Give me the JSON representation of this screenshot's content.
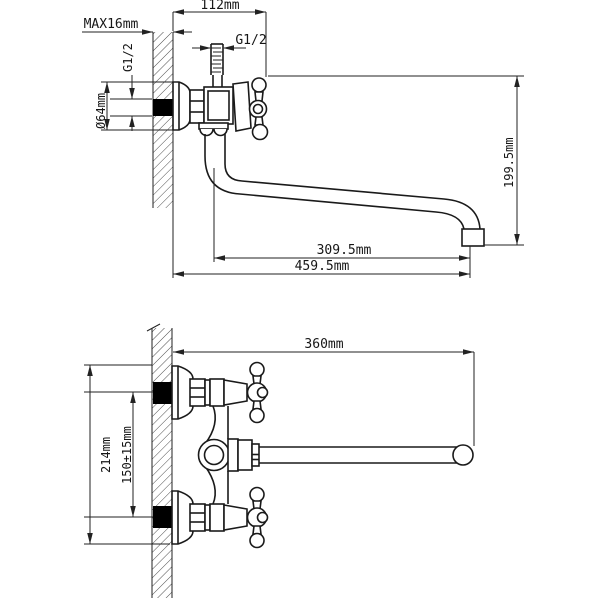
{
  "page": {
    "background": "#ffffff",
    "line_color": "#1a1a1a",
    "pipe_fill_color": "#000000",
    "description": "Technical dimensional drawing of a wall-mounted bath mixer faucet, side view (top) and front view (bottom)"
  },
  "views": {
    "side_view": {
      "name": "side view",
      "dims": {
        "depth_from_wall": "112mm",
        "wall_thickness": "MAX16mm",
        "shower_thread": "G1/2",
        "inlet_thread": "G1/2",
        "flange_diameter": "Ø64mm",
        "drop_height": "199.5mm",
        "spout_reach": "309.5mm",
        "total_reach": "459.5mm"
      }
    },
    "front_view": {
      "name": "front view",
      "dims": {
        "spout_length": "360mm",
        "overall_height": "214mm",
        "inlet_spacing": "150±15mm"
      }
    }
  }
}
